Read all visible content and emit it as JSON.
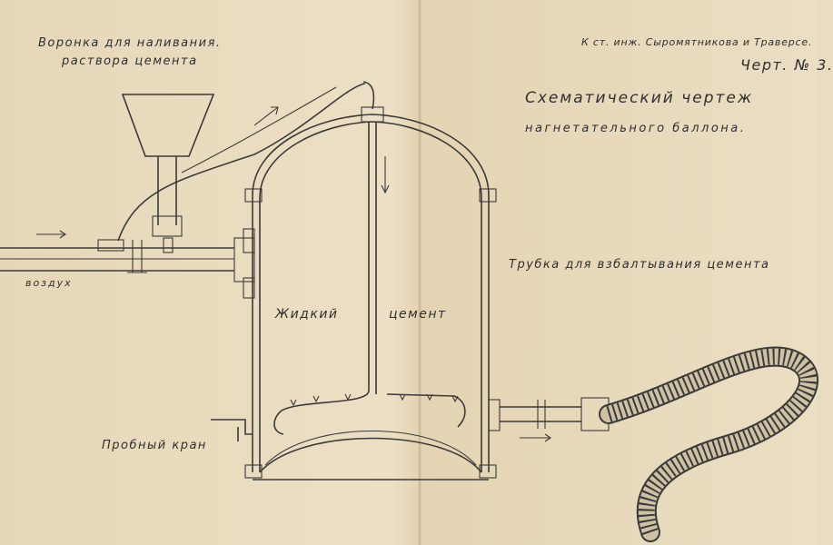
{
  "labels": {
    "funnel_line1": "Воронка для наливания.",
    "funnel_line2": "раствора цемента",
    "reference": "К ст. инж. Сыромятникова и Траверсе.",
    "sheet_number": "Черт. № 3.",
    "title_line1": "Схематический чертеж",
    "title_line2": "нагнетательного баллона.",
    "stir_tube": "Трубка для взбалтывания цемента",
    "air": "воздух",
    "liquid": "Жидкий",
    "cement": "цемент",
    "test_valve": "Пробный кран"
  },
  "colors": {
    "paper": "#e9dcc0",
    "ink": "#3a3a3a"
  }
}
